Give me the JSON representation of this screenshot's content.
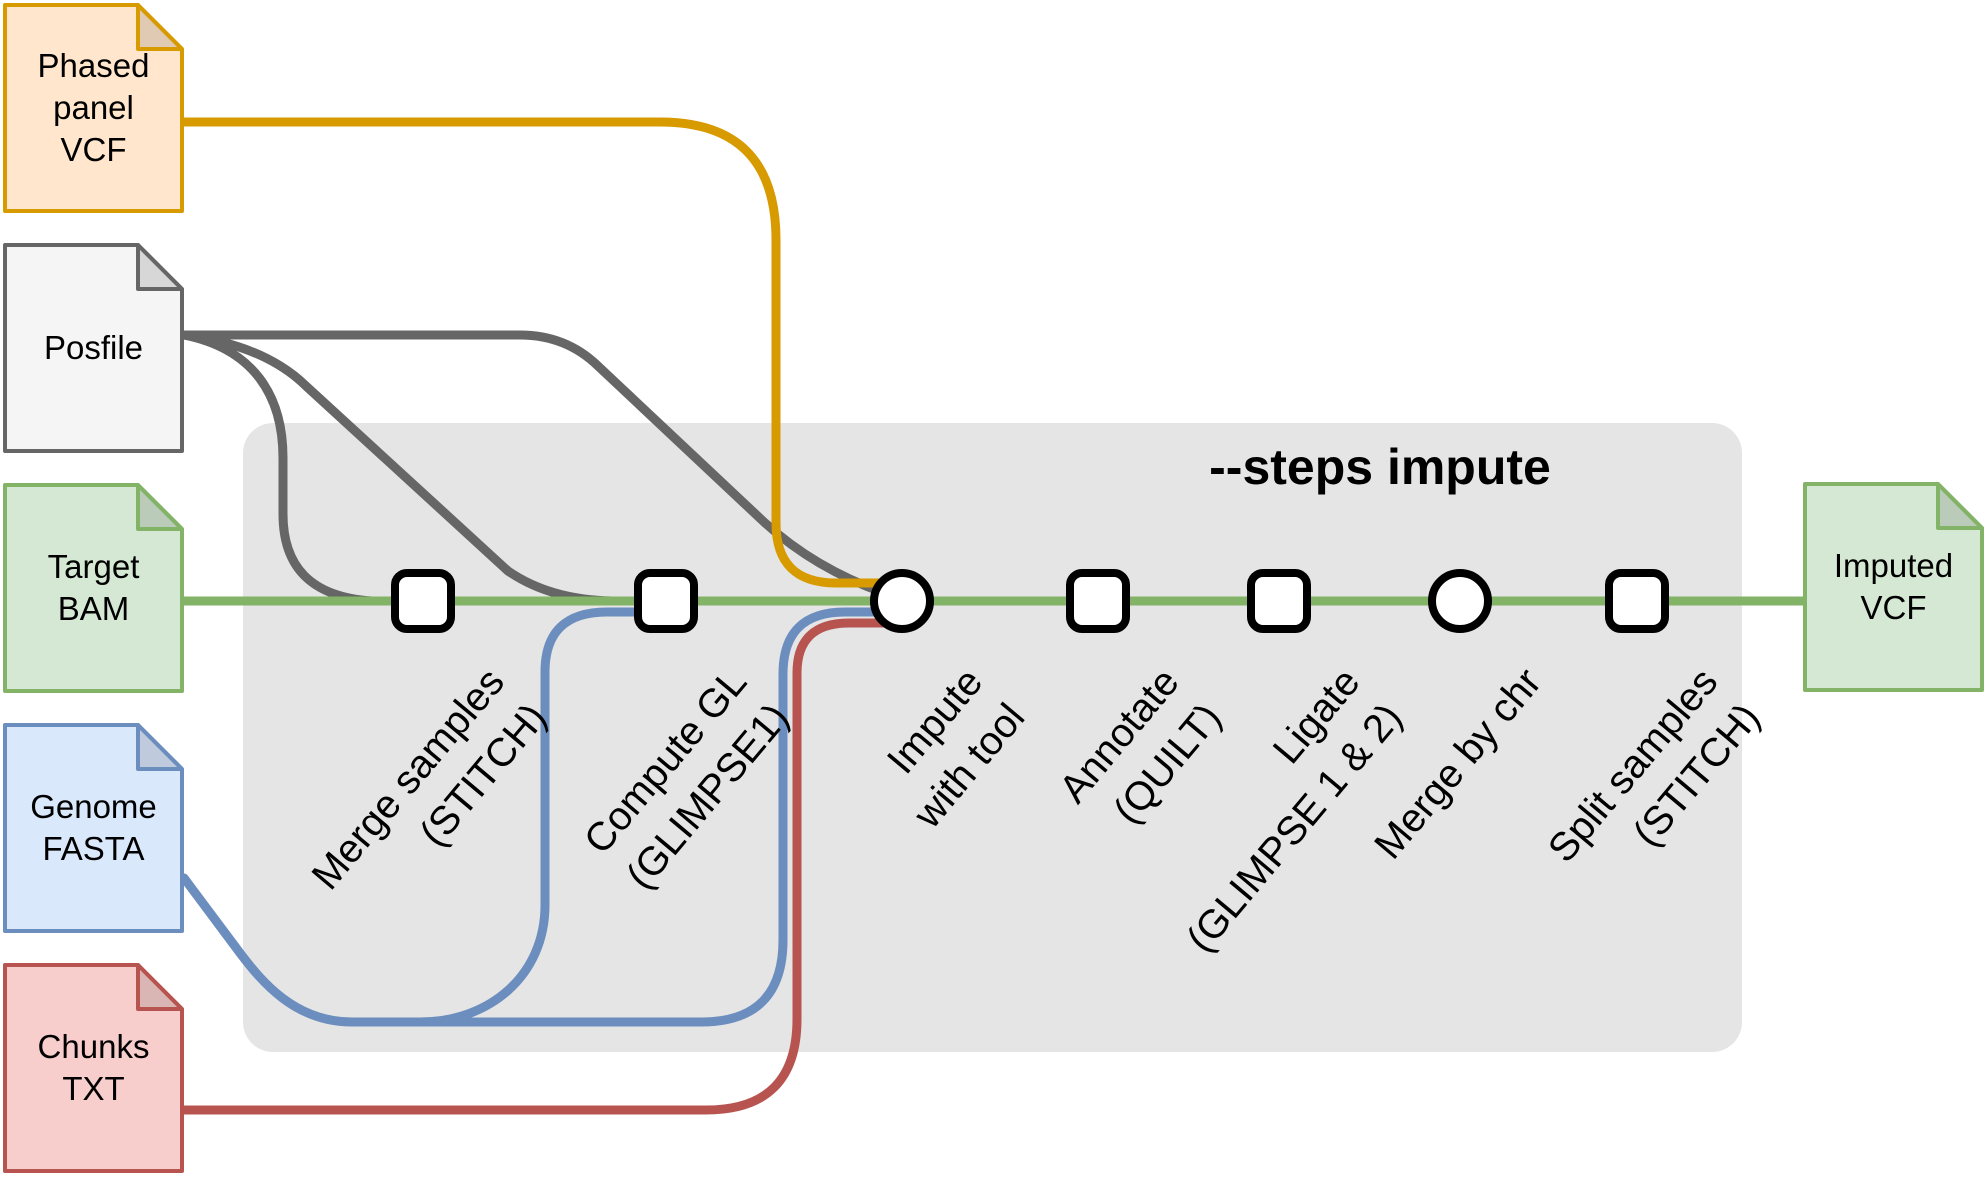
{
  "title": "--steps impute",
  "colors": {
    "orange": "#d79b00",
    "gray": "#666666",
    "green": "#82b366",
    "blue": "#6c8ebf",
    "red": "#b85450",
    "box_fill": "#e5e5e5",
    "node_stroke": "#000000",
    "node_fill": "#ffffff",
    "text": "#000000"
  },
  "files": {
    "phased_panel": {
      "label": "Phased\npanel\nVCF",
      "fill": "#ffe6cc",
      "stroke": "#d79b00"
    },
    "posfile": {
      "label": "Posfile",
      "fill": "#f5f5f5",
      "stroke": "#666666"
    },
    "target_bam": {
      "label": "Target\nBAM",
      "fill": "#d5e8d4",
      "stroke": "#82b366"
    },
    "genome_fasta": {
      "label": "Genome\nFASTA",
      "fill": "#dae8fc",
      "stroke": "#6c8ebf"
    },
    "chunks_txt": {
      "label": "Chunks\nTXT",
      "fill": "#f8cecc",
      "stroke": "#b85450"
    },
    "imputed_vcf": {
      "label": "Imputed\nVCF",
      "fill": "#d5e8d4",
      "stroke": "#82b366"
    }
  },
  "steps": [
    {
      "id": "merge-samples",
      "shape": "square",
      "label": "Merge samples\n(STITCH)"
    },
    {
      "id": "compute-gl",
      "shape": "square",
      "label": "Compute GL\n(GLIMPSE1)"
    },
    {
      "id": "impute-with-tool",
      "shape": "circle",
      "label": "Impute\nwith tool"
    },
    {
      "id": "annotate",
      "shape": "square",
      "label": "Annotate\n(QUILT)"
    },
    {
      "id": "ligate",
      "shape": "square",
      "label": "Ligate\n(GLIMPSE 1 & 2)"
    },
    {
      "id": "merge-by-chr",
      "shape": "circle",
      "label": "Merge by chr"
    },
    {
      "id": "split-samples",
      "shape": "square",
      "label": "Split samples\n(STITCH)"
    }
  ]
}
